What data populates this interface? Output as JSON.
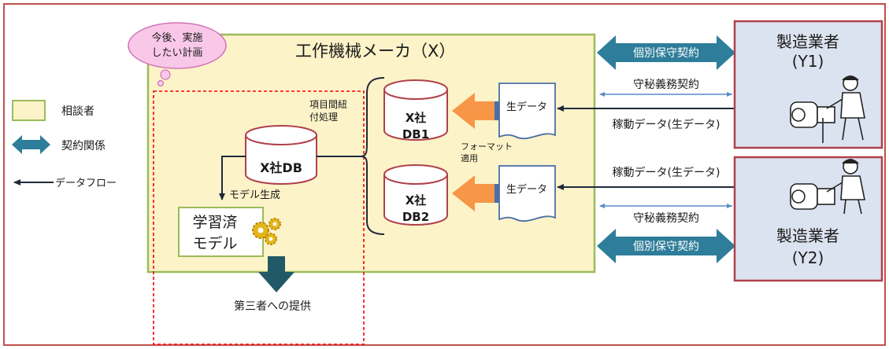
{
  "legend": {
    "consultant": "相談者",
    "contract": "契約関係",
    "dataflow": "データフロー"
  },
  "cloud": {
    "line1": "今後、実施",
    "line2": "したい計画"
  },
  "maker": {
    "title": "工作機械メーカ（X）"
  },
  "labels": {
    "link_processing_1": "項目間紐",
    "link_processing_2": "付処理",
    "format_apply_1": "フォーマット",
    "format_apply_2": "適用",
    "model_generation": "モデル生成",
    "third_party": "第三者への提供"
  },
  "databases": {
    "main_1": "X社DB",
    "db1_line1": "X社",
    "db1_line2": "DB1",
    "db2_line1": "X社",
    "db2_line2": "DB2"
  },
  "model": {
    "line1": "学習済",
    "line2": "モデル"
  },
  "raw_data": {
    "doc1": "生データ",
    "doc2": "生データ"
  },
  "contracts": {
    "maintenance_top": "個別保守契約",
    "nda_top": "守秘義務契約",
    "operation_top": "稼動データ(生データ)",
    "operation_bottom": "稼動データ(生データ)",
    "nda_bottom": "守秘義務契約",
    "maintenance_bottom": "個別保守契約"
  },
  "manufacturers": {
    "y1_name": "製造業者",
    "y1_id": "(Y1)",
    "y2_name": "製造業者",
    "y2_id": "(Y2)"
  },
  "colors": {
    "consultant_fill": "#fdf3c9",
    "consultant_border": "#9bbb59",
    "manufacturer_fill": "#dce3f0",
    "manufacturer_border": "#b0404a",
    "contract_arrow": "#2e7d9a",
    "orange_arrow": "#f79646",
    "model_arrow": "#215968",
    "cloud_fill": "#f9c8e8",
    "cloud_border": "#d070b8",
    "dashed_red": "#ff0000"
  }
}
